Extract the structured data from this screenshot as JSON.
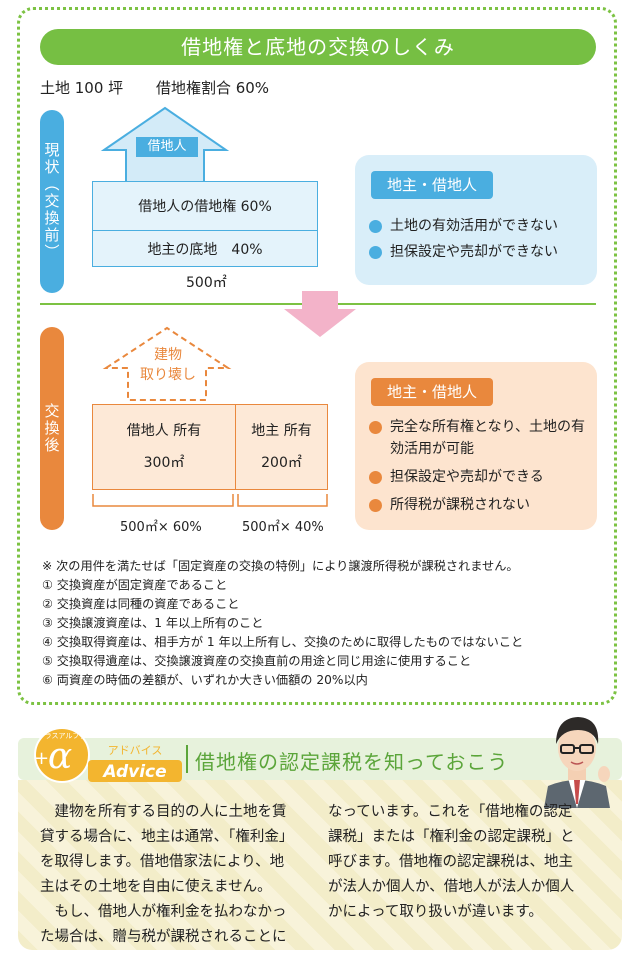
{
  "title": "借地権と底地の交換のしくみ",
  "land_info": {
    "area": "土地 100 坪",
    "ratio": "借地権割合 60%"
  },
  "current": {
    "label": "現状（交換前）",
    "tenant_tag": "借地人",
    "row1": "借地人の借地権 60%",
    "row2": "地主の底地　40%",
    "area": "500㎡",
    "panel_header": "地主・借地人",
    "items": [
      "土地の有効活用ができない",
      "担保設定や売却ができない"
    ]
  },
  "after": {
    "label": "交換後",
    "demolish": [
      "建物",
      "取り壊し"
    ],
    "cell_a": {
      "owner": "借地人 所有",
      "area": "300㎡"
    },
    "cell_b": {
      "owner": "地主 所有",
      "area": "200㎡"
    },
    "calc_a": "500㎡× 60%",
    "calc_b": "500㎡× 40%",
    "panel_header": "地主・借地人",
    "items": [
      "完全な所有権となり、土地の有効活用が可能",
      "担保設定や売却ができる",
      "所得税が課税されない"
    ]
  },
  "notes": [
    "※ 次の用件を満たせば「固定資産の交換の特例」により譲渡所得税が課税されません。",
    "① 交換資産が固定資産であること",
    "② 交換資産は同種の資産であること",
    "③ 交換譲渡資産は、1 年以上所有のこと",
    "④ 交換取得資産は、相手方が 1 年以上所有し、交換のために取得したものではないこと",
    "⑤ 交換取得遺産は、交換譲渡資産の交換直前の用途と同じ用途に使用すること",
    "⑥ 両資産の時価の差額が、いずれか大きい価額の 20%以内"
  ],
  "advice": {
    "badge_top": "プラスアルファ",
    "badge_sub": "アドバイス",
    "badge_word": "Advice",
    "title": "借地権の認定課税を知っておこう",
    "col1": [
      "建物を所有する目的の人に土地を賃",
      "貸する場合に、地主は通常、「権利金」",
      "を取得します。借地借家法により、地",
      "主はその土地を自由に使えません。",
      "もし、借地人が権利金を払わなかっ",
      "た場合は、贈与税が課税されることに"
    ],
    "col2": [
      "なっています。これを「借地権の認定",
      "課税」または「権利金の認定課税」と",
      "呼びます。借地権の認定課税は、地主",
      "が法人か個人か、借地人が法人か個人",
      "かによって取り扱いが違います。"
    ]
  },
  "colors": {
    "green": "#76bf43",
    "blue": "#4aaee0",
    "orange": "#e9883d"
  }
}
